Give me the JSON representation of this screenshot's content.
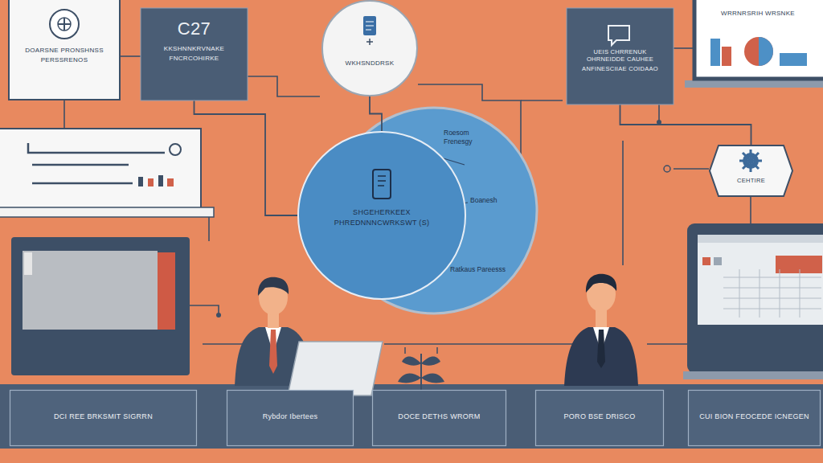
{
  "diagram": {
    "nodes": [
      {
        "text": [
          "DOARSNE PRONSHNSS",
          "PERSSRENOS"
        ]
      },
      {
        "text": [
          "C27",
          "KKSHNNKRVNAKE",
          "FNCRCOHIRKE"
        ]
      },
      {
        "text": [
          "WKHSNDDRSK"
        ]
      },
      {
        "text": [
          "UEIS CHRRENUK OHRNEIDDE CAUHEE",
          "ANFINESCIIAE COIDAAO"
        ]
      },
      {
        "text": [
          "WRRNRSRIH WRSNKE"
        ]
      },
      {
        "text": [
          "SHGEHERKEEX",
          "PHREDNNNCWRKSWT (S)"
        ]
      },
      {
        "text": [
          "CEHTIRE"
        ]
      },
      {
        "text": [
          "DCI REE BRKSMIT SIGRRN"
        ]
      },
      {
        "text": [
          "Rybdor Ibertees"
        ]
      },
      {
        "text": [
          "DOCE DETHS WRORM"
        ]
      },
      {
        "text": [
          "PORO BSE DRISCO"
        ]
      },
      {
        "text": [
          "CUI BION FEOCEDE ICNEGEN"
        ]
      }
    ],
    "edges": [
      {
        "from": 2,
        "to": 5,
        "arrow": "none"
      },
      {
        "from": 3,
        "to": 6,
        "arrow": "none"
      },
      {
        "from": 1,
        "to": 5,
        "arrow": "none"
      }
    ],
    "labels": [
      "Roesom Frenesgy",
      "Boanesh",
      "Ratkaus Pareesss"
    ]
  }
}
